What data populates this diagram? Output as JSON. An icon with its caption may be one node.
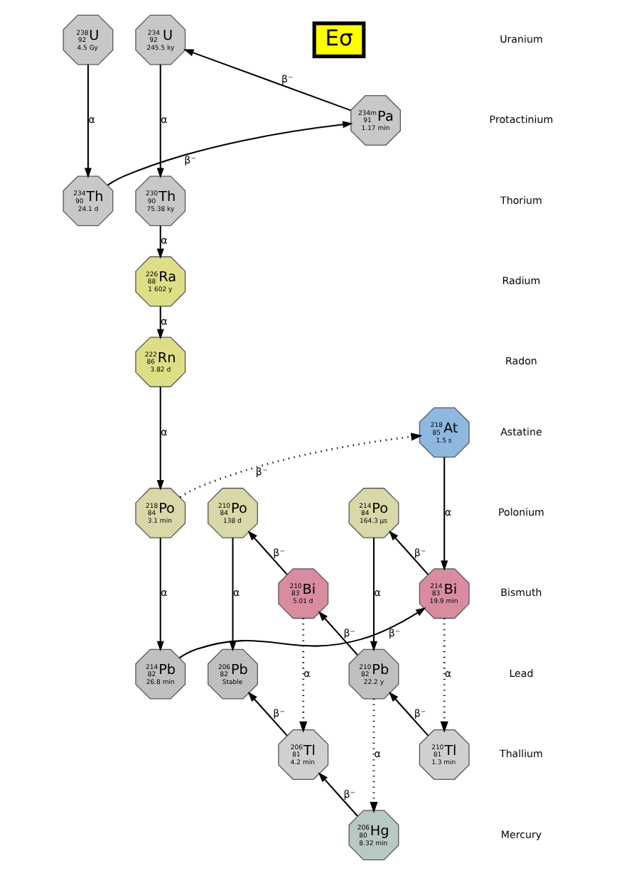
{
  "diagram": {
    "nodes": [
      {
        "text": [
          "238",
          "92",
          "U",
          "4.5 Gy"
        ]
      },
      {
        "text": [
          "234",
          "92",
          "U",
          "245.5 ky"
        ]
      },
      {
        "text": [
          "234m",
          "91",
          "Pa",
          "1.17 min"
        ]
      },
      {
        "text": [
          "234",
          "90",
          "Th",
          "24.1 d"
        ]
      },
      {
        "text": [
          "230",
          "90",
          "Th",
          "75.38 ky"
        ]
      },
      {
        "text": [
          "226",
          "88",
          "Ra",
          "1 602 y"
        ]
      },
      {
        "text": [
          "222",
          "86",
          "Rn",
          "3.82 d"
        ]
      },
      {
        "text": [
          "218",
          "85",
          "At",
          "1.5 s"
        ]
      },
      {
        "text": [
          "218",
          "84",
          "Po",
          "3.1 min"
        ]
      },
      {
        "text": [
          "214",
          "84",
          "Po",
          "164.3 μs"
        ]
      },
      {
        "text": [
          "210",
          "84",
          "Po",
          "138 d"
        ]
      },
      {
        "text": [
          "214",
          "83",
          "Bi",
          "19.9 min"
        ]
      },
      {
        "text": [
          "210",
          "83",
          "Bi",
          "5.01 d"
        ]
      },
      {
        "text": [
          "214",
          "82",
          "Pb",
          "26.8 min"
        ]
      },
      {
        "text": [
          "210",
          "82",
          "Pb",
          "22.2 y"
        ]
      },
      {
        "text": [
          "206",
          "82",
          "Pb",
          "Stable"
        ]
      },
      {
        "text": [
          "210",
          "81",
          "Tl",
          "1.3 min"
        ]
      },
      {
        "text": [
          "206",
          "81",
          "Tl",
          "4.2 min"
        ]
      },
      {
        "text": [
          "206",
          "80",
          "Hg",
          "8.32 min"
        ]
      },
      {
        "text": [
          "Εσ"
        ]
      }
    ],
    "edges": [
      {
        "from": 0,
        "to": 3,
        "arrow": "to",
        "label": "α"
      },
      {
        "from": 3,
        "to": 2,
        "arrow": "to",
        "label": "β⁻"
      },
      {
        "from": 2,
        "to": 1,
        "arrow": "to",
        "label": "β⁻"
      },
      {
        "from": 1,
        "to": 4,
        "arrow": "to",
        "label": "α"
      },
      {
        "from": 4,
        "to": 5,
        "arrow": "to",
        "label": "α"
      },
      {
        "from": 5,
        "to": 6,
        "arrow": "to",
        "label": "α"
      },
      {
        "from": 6,
        "to": 8,
        "arrow": "to",
        "label": "α"
      },
      {
        "from": 8,
        "to": 7,
        "arrow": "to",
        "label": "β⁻",
        "style": "dashed"
      },
      {
        "from": 7,
        "to": 11,
        "arrow": "to",
        "label": "α"
      },
      {
        "from": 8,
        "to": 13,
        "arrow": "to",
        "label": "α"
      },
      {
        "from": 13,
        "to": 11,
        "arrow": "to",
        "label": "β⁻"
      },
      {
        "from": 11,
        "to": 9,
        "arrow": "to",
        "label": "β⁻"
      },
      {
        "from": 11,
        "to": 16,
        "arrow": "to",
        "label": "α",
        "style": "dashed"
      },
      {
        "from": 9,
        "to": 14,
        "arrow": "to",
        "label": "α"
      },
      {
        "from": 16,
        "to": 14,
        "arrow": "to",
        "label": "β⁻"
      },
      {
        "from": 14,
        "to": 18,
        "arrow": "to",
        "label": "α",
        "style": "dashed"
      },
      {
        "from": 14,
        "to": 12,
        "arrow": "to",
        "label": "β⁻"
      },
      {
        "from": 12,
        "to": 10,
        "arrow": "to",
        "label": "β⁻"
      },
      {
        "from": 12,
        "to": 17,
        "arrow": "to",
        "label": "α",
        "style": "dashed"
      },
      {
        "from": 18,
        "to": 17,
        "arrow": "to",
        "label": "β⁻"
      },
      {
        "from": 10,
        "to": 15,
        "arrow": "to",
        "label": "α"
      },
      {
        "from": 17,
        "to": 15,
        "arrow": "to",
        "label": "β⁻"
      }
    ],
    "labels": [
      "Uranium",
      "Protactinium",
      "Thorium",
      "Radium",
      "Radon",
      "Astatine",
      "Polonium",
      "Bismuth",
      "Lead",
      "Thallium",
      "Mercury"
    ]
  }
}
